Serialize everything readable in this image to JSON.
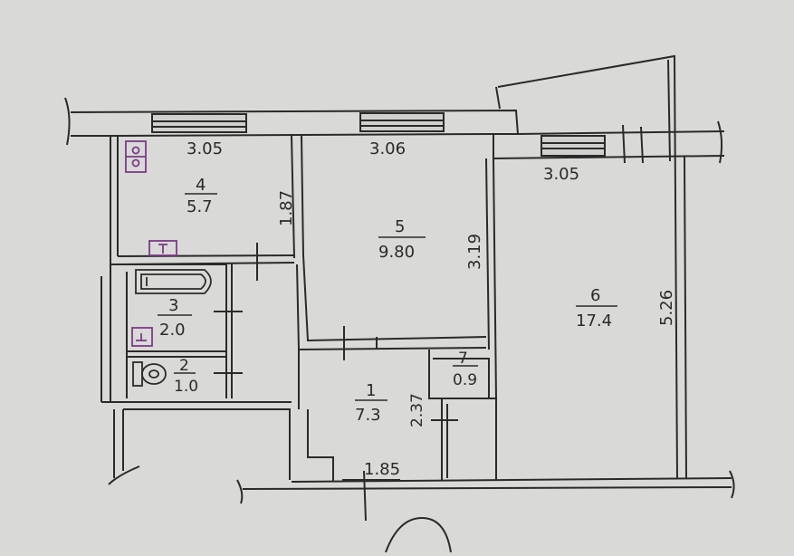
{
  "plan": {
    "rooms": [
      {
        "id": "room-4",
        "number": "4",
        "area": "5.7"
      },
      {
        "id": "room-5",
        "number": "5",
        "area": "9.80"
      },
      {
        "id": "room-6",
        "number": "6",
        "area": "17.4"
      },
      {
        "id": "room-3",
        "number": "3",
        "area": "2.0"
      },
      {
        "id": "room-2",
        "number": "2",
        "area": "1.0"
      },
      {
        "id": "room-1",
        "number": "1",
        "area": "7.3"
      },
      {
        "id": "room-7",
        "number": "7",
        "area": "0.9"
      }
    ],
    "dimensions": {
      "room4_width": "3.05",
      "room4_height": "1.87",
      "room5_width": "3.06",
      "room5_height": "3.19",
      "room6_width": "3.05",
      "room6_height": "5.26",
      "hall_width": "1.85",
      "hall_height": "2.37"
    },
    "colors": {
      "paper": "#d9d9d7",
      "ink": "#2a2a2a",
      "purple_stamp": "#7a3b86"
    }
  }
}
